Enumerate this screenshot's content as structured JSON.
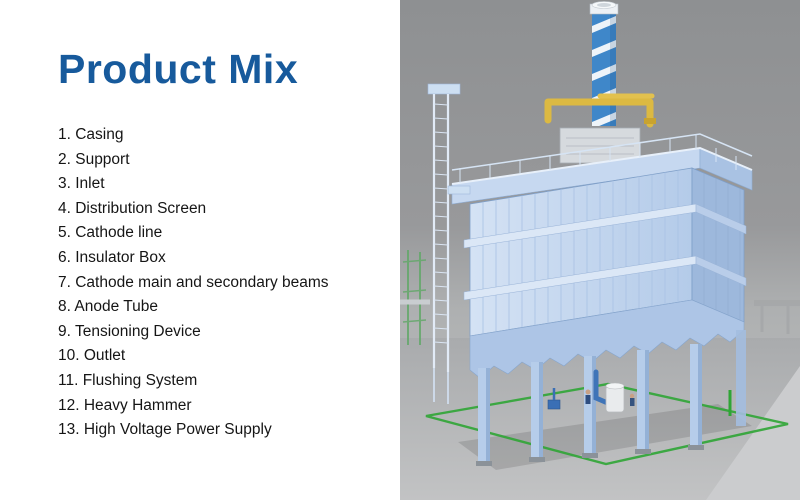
{
  "slide": {
    "title": "Product Mix",
    "title_color": "#175a9c"
  },
  "product_list": {
    "items": [
      "1. Casing",
      "2. Support",
      "3. Inlet",
      "4. Distribution Screen",
      "5. Cathode line",
      "6. Insulator Box",
      "7. Cathode main and secondary beams",
      "8. Anode Tube",
      "9. Tensioning Device",
      "10. Outlet",
      "11. Flushing System",
      "12. Heavy Hammer",
      "13. High Voltage Power Supply"
    ]
  },
  "illustration": {
    "subject": "electrostatic-precipitator-3d-render",
    "colors": {
      "structure_light_blue": "#c7d9f0",
      "chimney_blue": "#3f87c9",
      "pipe_yellow": "#dcb942",
      "ground_piping_green": "#2fa535",
      "background_gray": "#9a9c9e"
    }
  }
}
